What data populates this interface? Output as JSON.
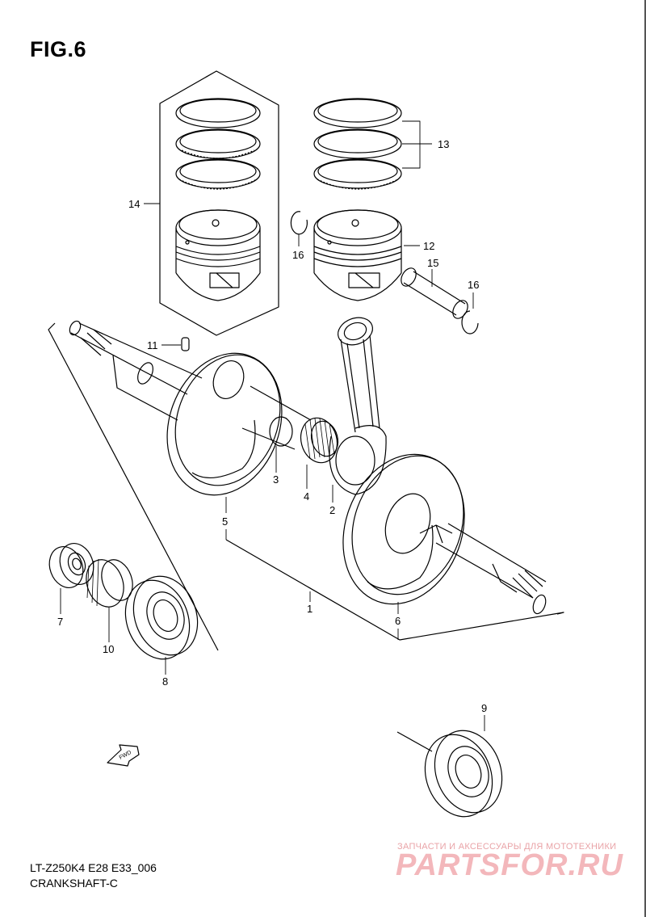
{
  "figure": {
    "title": "FIG.6"
  },
  "callouts": {
    "c1": "1",
    "c2": "2",
    "c3": "3",
    "c4": "4",
    "c5": "5",
    "c6": "6",
    "c7": "7",
    "c8": "8",
    "c9": "9",
    "c10": "10",
    "c11": "11",
    "c12": "12",
    "c13": "13",
    "c14": "14",
    "c15": "15",
    "c16a": "16",
    "c16b": "16"
  },
  "fwd_label": "FWD",
  "footer": {
    "code": "LT-Z250K4 E28 E33_006",
    "name": "CRANKSHAFT-C"
  },
  "watermark": {
    "tagline": "ЗАПЧАСТИ И АКСЕССУАРЫ ДЛЯ МОТОТЕХНИКИ",
    "logo": "PARTSFOR.RU"
  },
  "colors": {
    "line": "#000000",
    "watermark": "#f3b7bb"
  }
}
